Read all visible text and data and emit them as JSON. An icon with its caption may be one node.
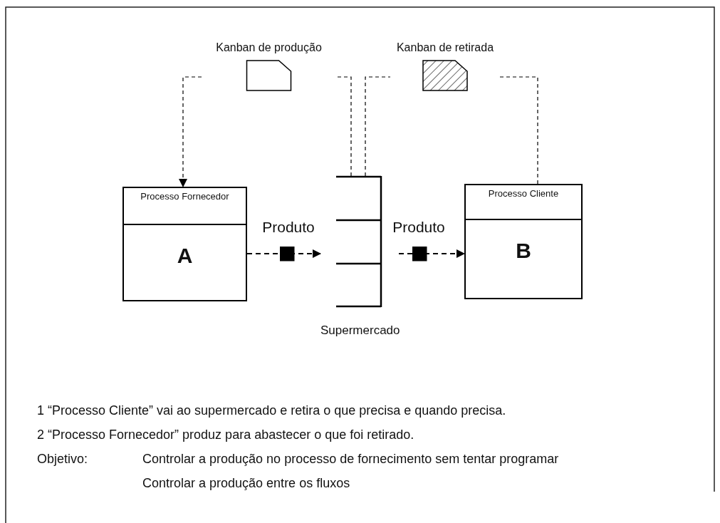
{
  "diagram": {
    "nodes": [
      {
        "text": [
          "Kanban de produção"
        ]
      },
      {
        "text": [
          "Kanban de retirada"
        ]
      },
      {
        "text": [
          "Processo Fornecedor",
          "A"
        ]
      },
      {
        "text": [
          "Supermercado"
        ]
      },
      {
        "text": [
          "Processo Cliente",
          "B"
        ]
      }
    ],
    "edges": [
      {
        "from": 2,
        "to": 3,
        "arrow": "to",
        "label": "Produto",
        "style": "dashed"
      },
      {
        "from": 3,
        "to": 4,
        "arrow": "to",
        "label": "Produto",
        "style": "dashed"
      },
      {
        "from": 3,
        "to": 0,
        "arrow": "none",
        "style": "dashed"
      },
      {
        "from": 0,
        "to": 2,
        "arrow": "to",
        "style": "dashed"
      },
      {
        "from": 3,
        "to": 1,
        "arrow": "none",
        "style": "dashed"
      },
      {
        "from": 1,
        "to": 4,
        "arrow": "none",
        "style": "dashed"
      }
    ],
    "labels": [
      "1 “Processo Cliente” vai ao supermercado e retira o que precisa e quando precisa.",
      "2 “Processo Fornecedor” produz para abastecer o que foi retirado.",
      "Objetivo:",
      "Controlar a produção no processo de fornecimento sem tentar programar",
      "Controlar a produção entre os fluxos"
    ]
  }
}
